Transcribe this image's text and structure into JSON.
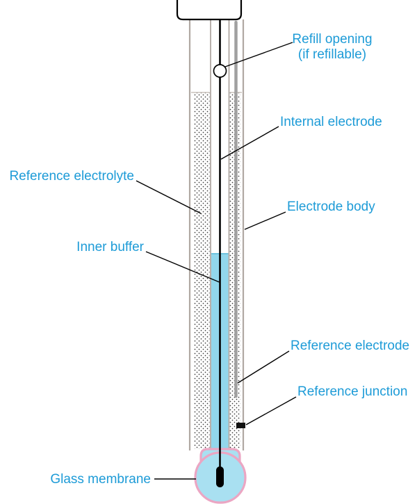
{
  "diagram": {
    "subject": "pH electrode cross-section",
    "colors": {
      "label": "#1d9bd7",
      "leader": "#000000",
      "body_wall": "#b0a8a2",
      "buffer_fill": "#92d7ec",
      "bulb_fill": "#a9e0f1",
      "bulb_outline": "#eba6c3",
      "reference_electrode": "#a0a0a0",
      "wire": "#000000"
    },
    "labels": {
      "refill_opening": {
        "line1": "Refill opening",
        "line2": "(if refillable)"
      },
      "internal_electrode": "Internal electrode",
      "reference_electrolyte": "Reference electrolyte",
      "electrode_body": "Electrode body",
      "inner_buffer": "Inner buffer",
      "reference_electrode": "Reference electrode",
      "reference_junction": "Reference junction",
      "glass_membrane": "Glass membrane"
    }
  }
}
